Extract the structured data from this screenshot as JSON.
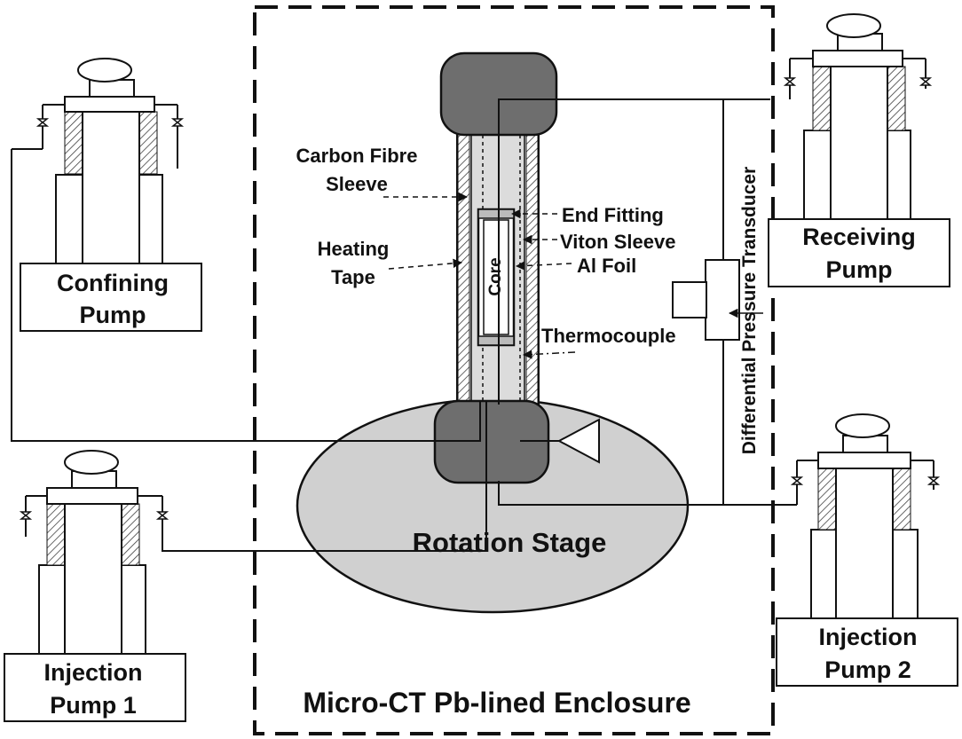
{
  "labels": {
    "enclosure": "Micro-CT Pb-lined Enclosure",
    "rotation_stage": "Rotation Stage",
    "core": "Core",
    "carbon_fibre_sleeve_1": "Carbon Fibre",
    "carbon_fibre_sleeve_2": "Sleeve",
    "heating_tape_1": "Heating",
    "heating_tape_2": "Tape",
    "end_fitting": "End Fitting",
    "viton_sleeve": "Viton Sleeve",
    "al_foil": "Al Foil",
    "thermocouple": "Thermocouple",
    "dp_transducer": "Differential Pressure Transducer",
    "confining_pump_1": "Confining",
    "confining_pump_2": "Pump",
    "receiving_pump_1": "Receiving",
    "receiving_pump_2": "Pump",
    "injection_pump1_1": "Injection",
    "injection_pump1_2": "Pump 1",
    "injection_pump2_1": "Injection",
    "injection_pump2_2": "Pump 2"
  },
  "colors": {
    "stage_fill": "#d0d0d0",
    "fitting_fill": "#6e6e6e",
    "sleeve_fill": "#dcdcdc",
    "line": "#111111"
  }
}
